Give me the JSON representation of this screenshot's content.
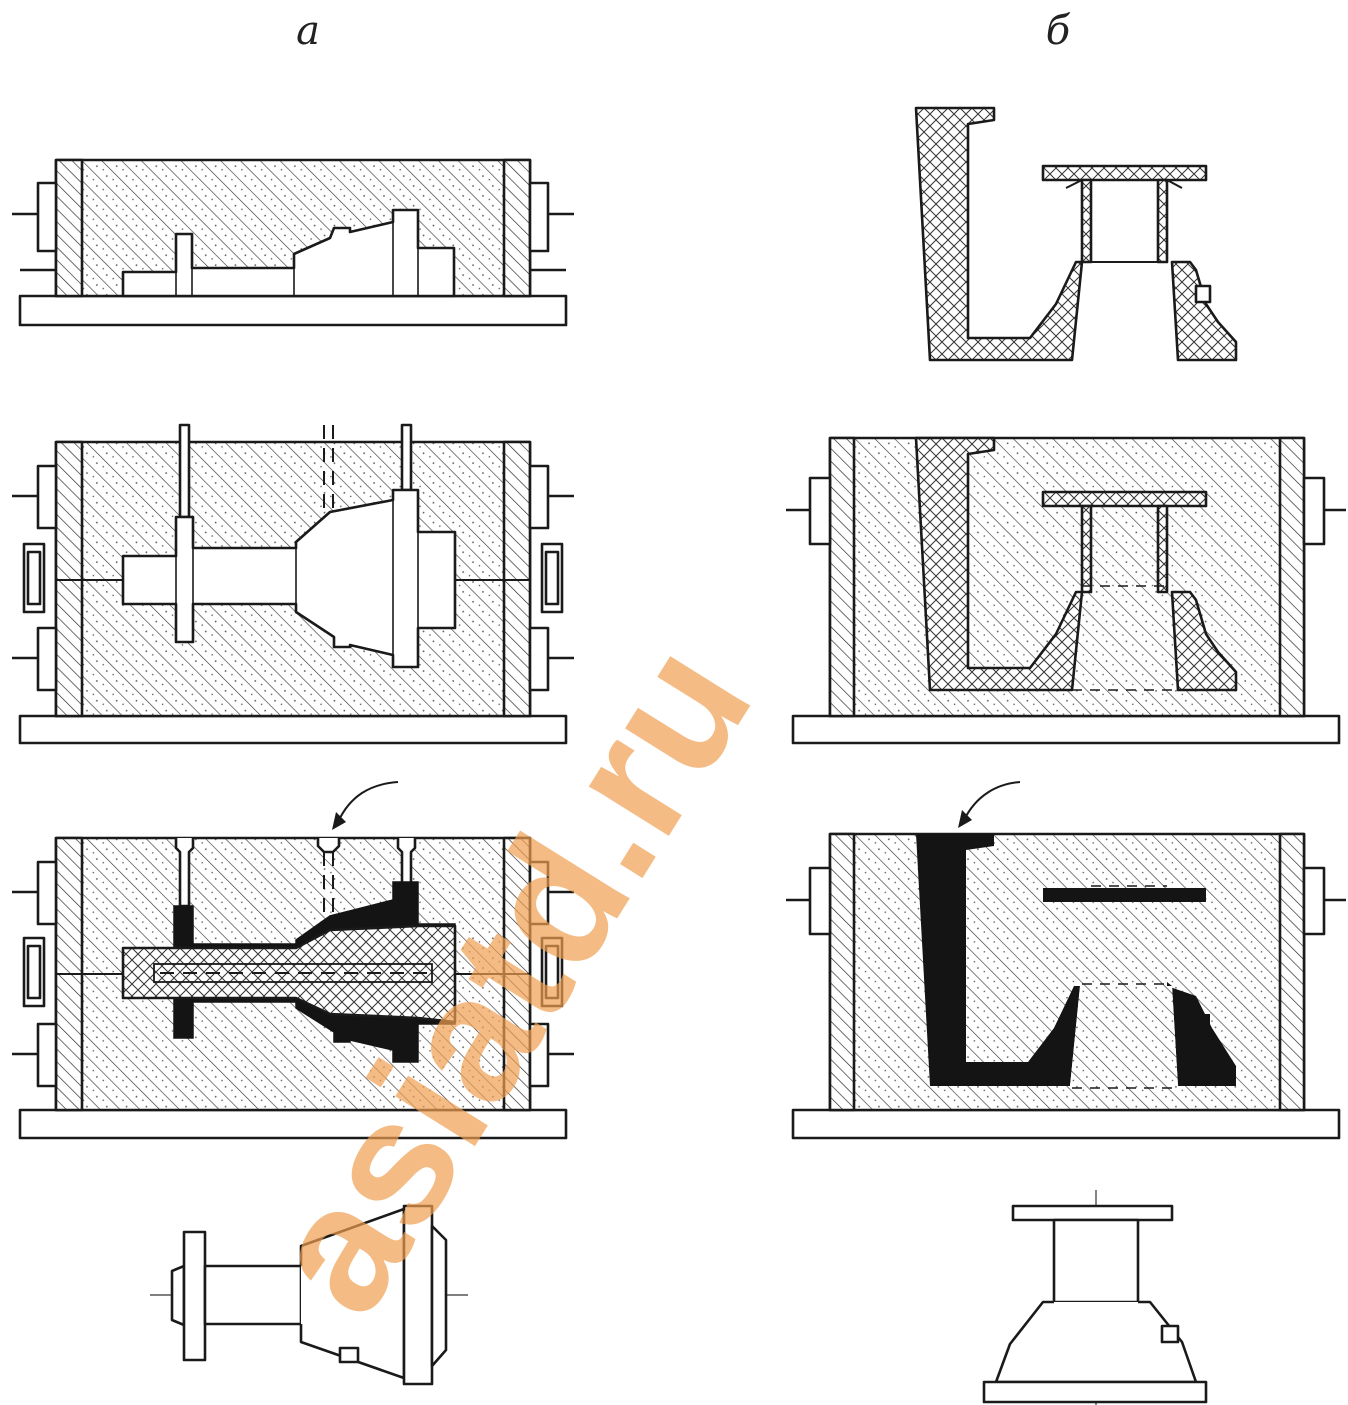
{
  "labels": {
    "left": "а",
    "right": "б"
  },
  "watermark": {
    "text": "asiatd.ru",
    "color": "#f0a050"
  },
  "colors": {
    "line": "#1a1a1a",
    "metal": "#141414",
    "paper": "#ffffff"
  }
}
